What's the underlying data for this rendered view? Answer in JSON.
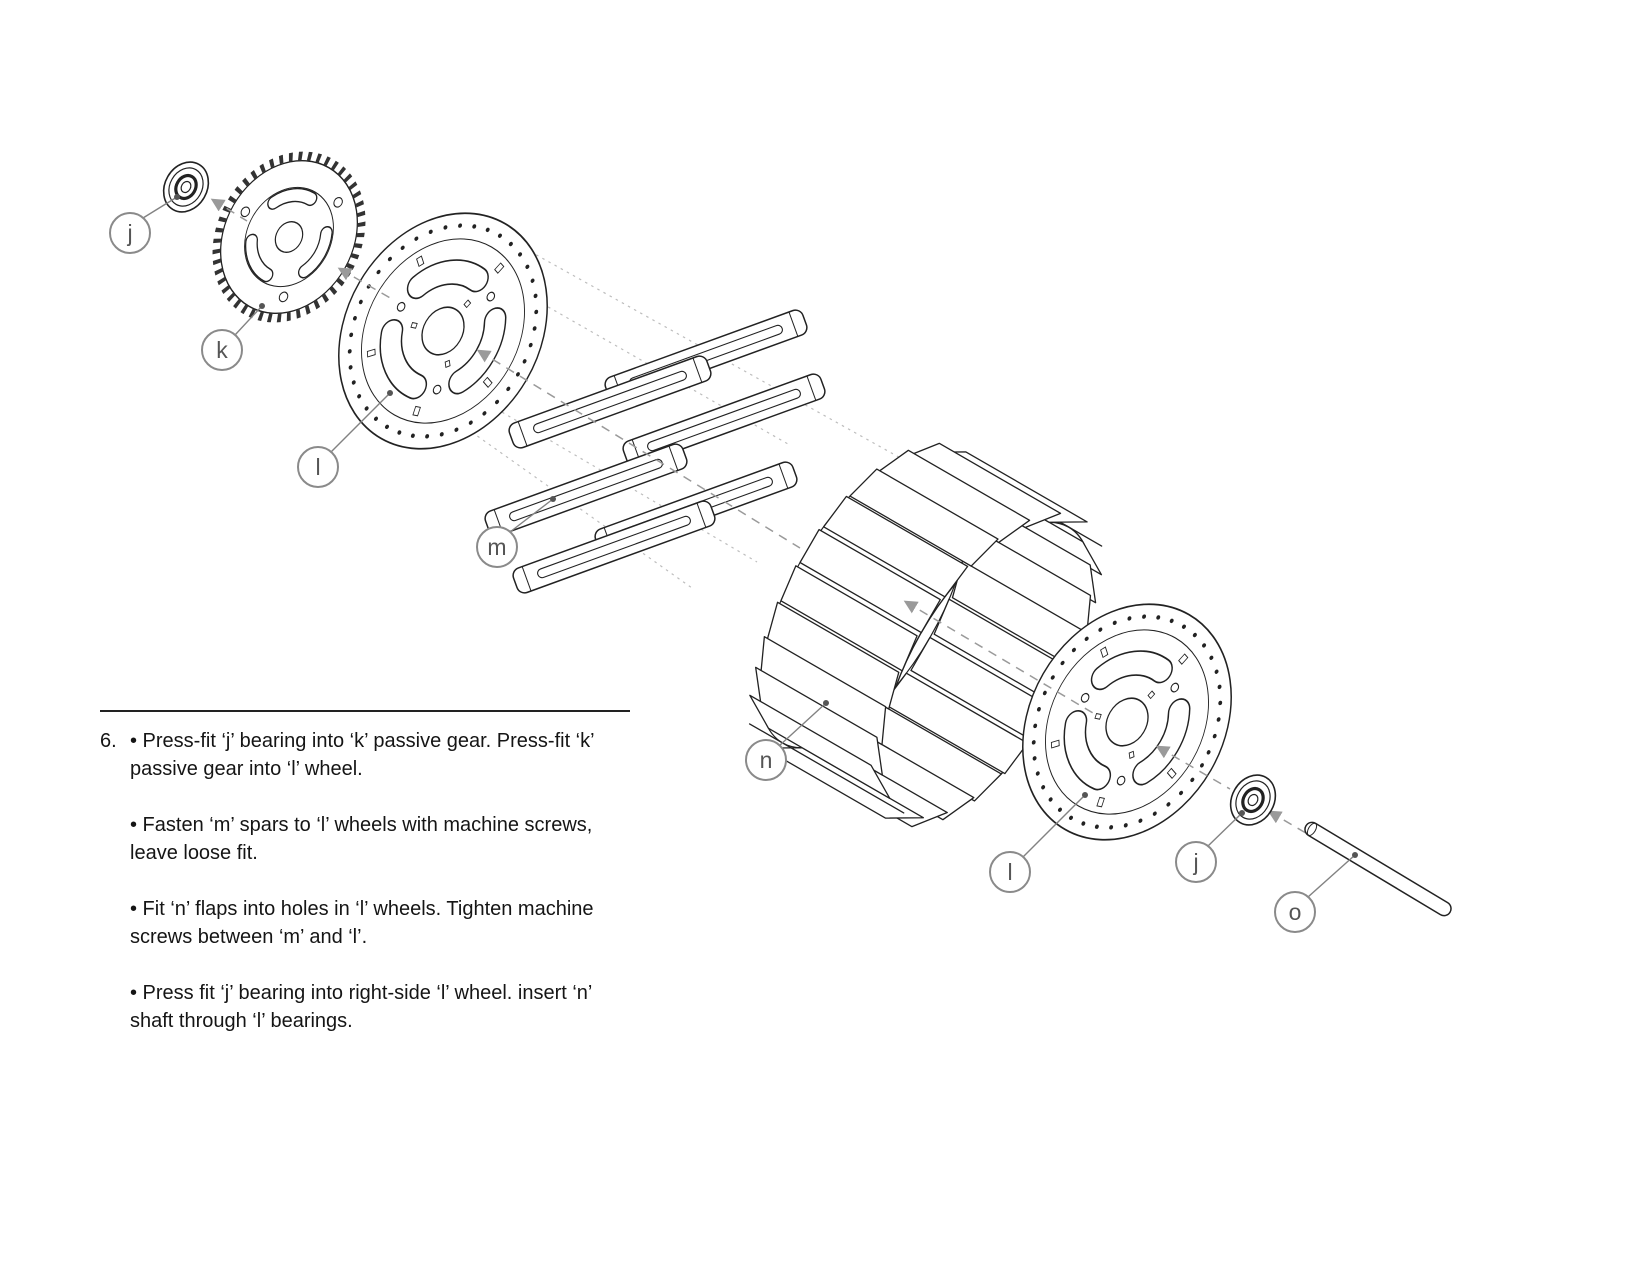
{
  "callouts": [
    {
      "label": "j"
    },
    {
      "label": "k"
    },
    {
      "label": "l"
    },
    {
      "label": "m"
    },
    {
      "label": "n"
    },
    {
      "label": "l"
    },
    {
      "label": "j"
    },
    {
      "label": "o"
    }
  ],
  "instructions": {
    "step_number": "6.",
    "bullets": [
      "• Press-fit ‘j’ bearing into ‘k’ passive gear. Press-fit ‘k’ passive gear into ‘l’ wheel.",
      "• Fasten ‘m’ spars to ‘l’ wheels with machine screws, leave loose fit.",
      "• Fit ‘n’ flaps into holes in ‘l’ wheels. Tighten machine screws between ‘m’ and ‘l’.",
      "• Press fit ‘j’ bearing into right-side ‘l’ wheel. insert ‘n’ shaft through ‘l’ bearings."
    ]
  },
  "colors": {
    "background": "#ffffff",
    "line": "#222222",
    "callout_gray": "#8a8a8a",
    "dash_gray": "#9a9a9a",
    "text": "#151515"
  }
}
